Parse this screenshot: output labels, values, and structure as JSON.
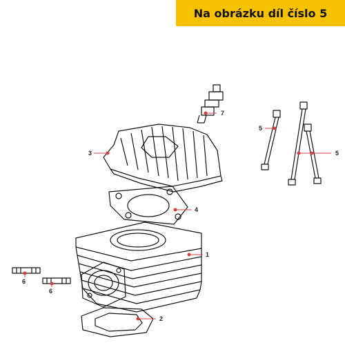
{
  "banner": {
    "text": "Na obrázku díl číslo 5",
    "background": "#f6c200"
  },
  "parts": [
    {
      "label": "7",
      "name": "spark plug"
    },
    {
      "label": "3",
      "name": "cylinder head"
    },
    {
      "label": "5",
      "name": "stud bolt"
    },
    {
      "label": "4",
      "name": "head gasket"
    },
    {
      "label": "1",
      "name": "cylinder"
    },
    {
      "label": "6",
      "name": "short stud"
    },
    {
      "label": "2",
      "name": "base gasket"
    }
  ],
  "callout_labels": [
    "7",
    "3",
    "5",
    "5",
    "4",
    "1",
    "6",
    "6",
    "2"
  ],
  "colors": {
    "callout_line": "#d44040",
    "callout_dot": "#d44040",
    "drawing_stroke": "#111111"
  }
}
